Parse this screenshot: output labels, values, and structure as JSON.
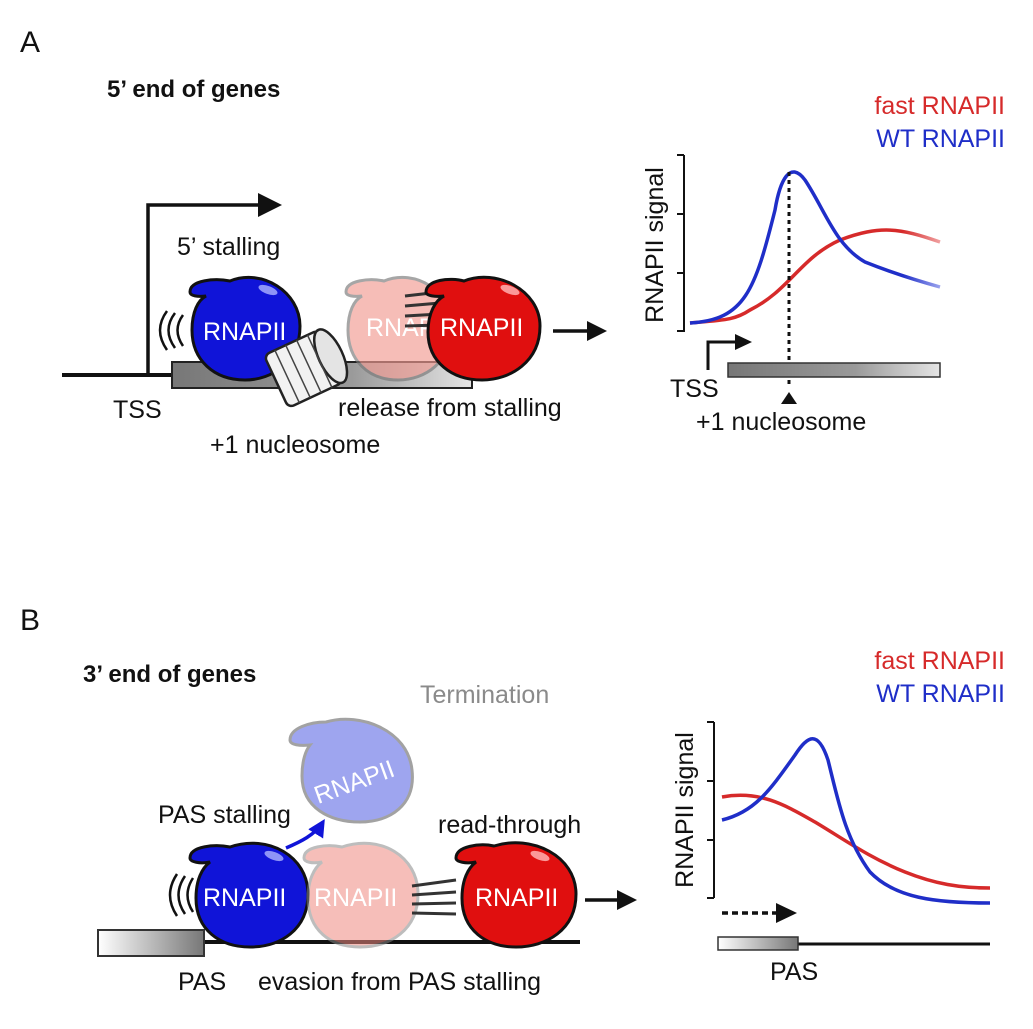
{
  "panels": {
    "a": {
      "letter": "A",
      "title": "5’ end of genes",
      "tss_label": "TSS",
      "stalling_label": "5’ stalling",
      "nucleosome_label": "+1 nucleosome",
      "release_label": "release from stalling",
      "pol_label_stalled": "RNAPII",
      "pol_label_faded": "RNAPII",
      "pol_label_moving": "RNAPII",
      "plot": {
        "legend_fast": "fast RNAPII",
        "legend_wt": "WT RNAPII",
        "ylabel": "RNAPII signal",
        "x_tss": "TSS",
        "x_nucleosome": "+1 nucleosome"
      }
    },
    "b": {
      "letter": "B",
      "title": "3’ end of genes",
      "termination_label": "Termination",
      "pol_label_terminated": "RNAPII",
      "pas_stalling_label": "PAS stalling",
      "readthrough_label": "read-through",
      "pol_label_stalled": "RNAPII",
      "pol_label_faded": "RNAPII",
      "pol_label_moving": "RNAPII",
      "pas_label": "PAS",
      "evasion_label": "evasion from PAS stalling",
      "plot": {
        "legend_fast": "fast RNAPII",
        "legend_wt": "WT RNAPII",
        "ylabel": "RNAPII signal",
        "x_pas": "PAS"
      }
    }
  },
  "colors": {
    "wt": "#1f2ec8",
    "fast": "#d62a2a",
    "pol_blue": "#1014d8",
    "pol_red": "#e00f0f",
    "pol_faded_red": "#f29a92",
    "pol_faded_blue": "#9ea6f0",
    "gene_body": "#8c8c8c",
    "label_grey": "#8a8a8a"
  },
  "icons": {
    "polymerase": "rnapii-blob-icon",
    "nucleosome": "nucleosome-cylinder-icon",
    "tss_arrow": "bent-arrow-icon",
    "step_arrow": "right-arrow-icon"
  }
}
